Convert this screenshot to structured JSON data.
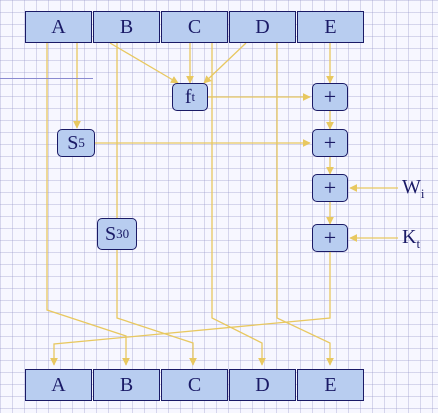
{
  "registers": {
    "top": [
      "A",
      "B",
      "C",
      "D",
      "E"
    ],
    "bottom": [
      "A",
      "B",
      "C",
      "D",
      "E"
    ]
  },
  "function_box": {
    "base": "f",
    "sub": "t"
  },
  "shift5": {
    "base": "S",
    "sup": "5"
  },
  "shift30": {
    "base": "S",
    "sup": "30"
  },
  "adder_symbol": "+",
  "inputs": {
    "w": {
      "base": "W",
      "sub": "i"
    },
    "k": {
      "base": "K",
      "sub": "t"
    }
  },
  "colors": {
    "wire": "#e8c860",
    "box_fill": "#b8cdf0",
    "box_border": "#1a1a66",
    "text": "#1a1a66"
  }
}
